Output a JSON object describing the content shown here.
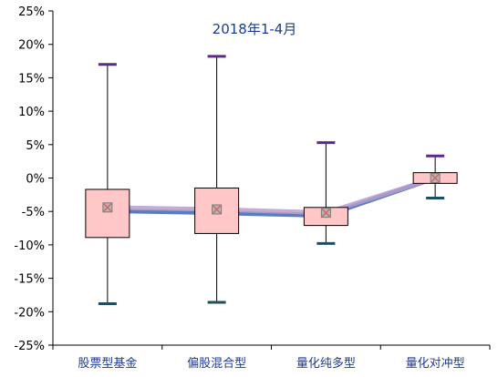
{
  "chart_data": {
    "type": "box",
    "title": "2018年1-4月",
    "xlabel": "",
    "ylabel": "",
    "ylim": [
      -25,
      25
    ],
    "y_ticks": [
      "25%",
      "20%",
      "15%",
      "10%",
      "5%",
      "0%",
      "-5%",
      "-10%",
      "-15%",
      "-20%",
      "-25%"
    ],
    "y_tick_values": [
      25,
      20,
      15,
      10,
      5,
      0,
      -5,
      -10,
      -15,
      -20,
      -25
    ],
    "categories": [
      "股票型基金",
      "偏股混合型",
      "量化纯多型",
      "量化对冲型"
    ],
    "boxes": [
      {
        "max": 17.0,
        "q3": -1.7,
        "median": -4.9,
        "mean": -4.4,
        "q1": -8.9,
        "min": -18.8
      },
      {
        "max": 18.2,
        "q3": -1.5,
        "median": -5.2,
        "mean": -4.7,
        "q1": -8.3,
        "min": -18.6
      },
      {
        "max": 5.3,
        "q3": -4.4,
        "median": -5.6,
        "mean": -5.2,
        "q1": -7.1,
        "min": -9.8
      },
      {
        "max": 3.3,
        "q3": 0.8,
        "median": 0.0,
        "mean": 0.0,
        "q1": -0.8,
        "min": -3.0
      }
    ],
    "grid": false,
    "colors": {
      "box_fill": "#ffc7c7",
      "box_stroke": "#000000",
      "whisker_cap": "#5b2a86",
      "whisker_cap_low": "#1f4e5f",
      "median_line": "#4a6fb5",
      "mean_line": "#b79fcf",
      "mean_marker": "#9a9a9a",
      "title_text": "#1f3b8c",
      "category_text": "#1f3b8c"
    }
  }
}
